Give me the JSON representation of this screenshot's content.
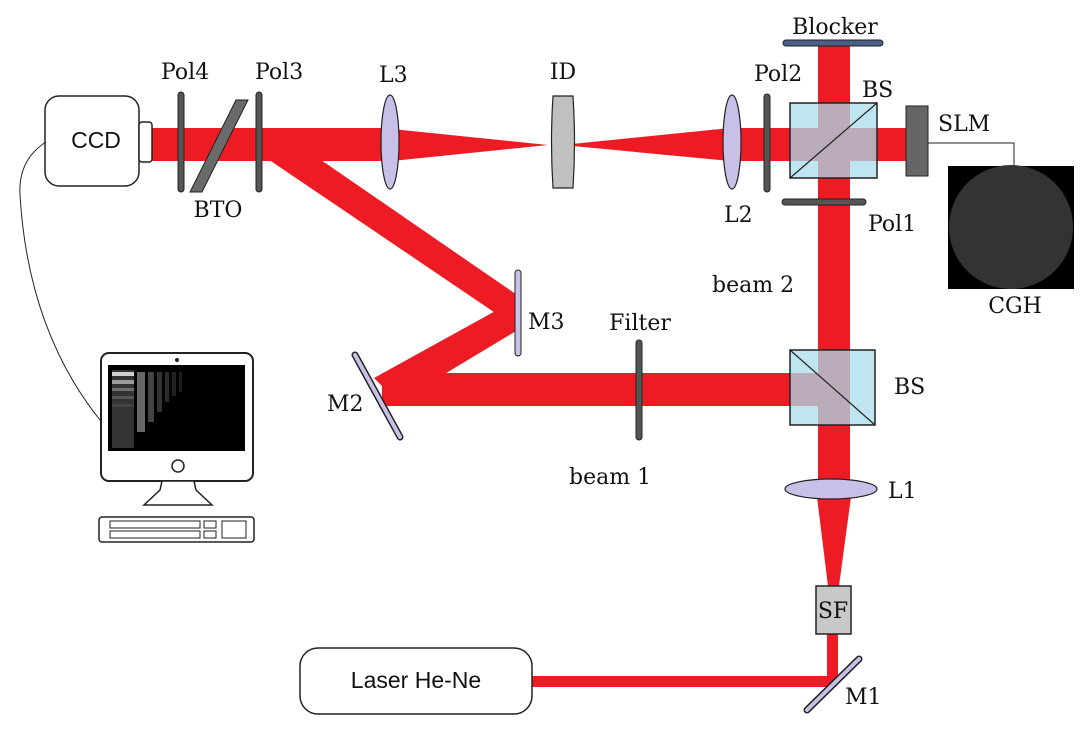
{
  "diagram": {
    "labels": {
      "blocker": "Blocker",
      "bs_top": "BS",
      "bs_mid": "BS",
      "slm": "SLM",
      "pol1": "Pol1",
      "pol2": "Pol2",
      "pol3": "Pol3",
      "pol4": "Pol4",
      "l1": "L1",
      "l2": "L2",
      "l3": "L3",
      "id": "ID",
      "ccd": "CCD",
      "bto": "BTO",
      "beam2": "beam 2",
      "beam1": "beam 1",
      "m1": "M1",
      "m2": "M2",
      "m3": "M3",
      "filter": "Filter",
      "cgh": "CGH",
      "sf": "SF",
      "laser": "Laser He-Ne"
    },
    "colors": {
      "beam": "#ed1c24",
      "bs_cube": "#a9dcec",
      "lens": "#c8c0e6",
      "polarizer": "#555555",
      "sf_box": "#c8c8c8",
      "slm": "#666666"
    }
  }
}
